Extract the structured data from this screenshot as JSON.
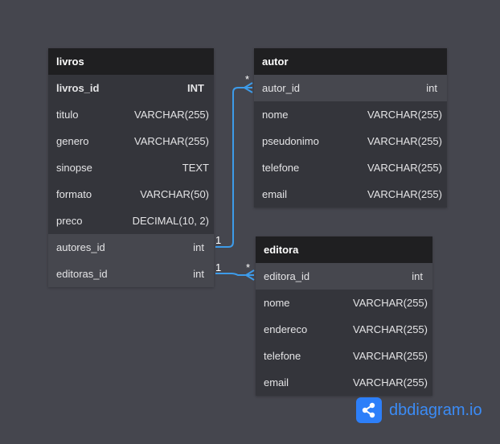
{
  "tables": {
    "livros": {
      "name": "livros",
      "fields": [
        {
          "name": "livros_id",
          "type": "INT"
        },
        {
          "name": "titulo",
          "type": "VARCHAR(255)"
        },
        {
          "name": "genero",
          "type": "VARCHAR(255)"
        },
        {
          "name": "sinopse",
          "type": "TEXT"
        },
        {
          "name": "formato",
          "type": "VARCHAR(50)"
        },
        {
          "name": "preco",
          "type": "DECIMAL(10, 2)"
        },
        {
          "name": "autores_id",
          "type": "int"
        },
        {
          "name": "editoras_id",
          "type": "int"
        }
      ]
    },
    "autor": {
      "name": "autor",
      "fields": [
        {
          "name": "autor_id",
          "type": "int"
        },
        {
          "name": "nome",
          "type": "VARCHAR(255)"
        },
        {
          "name": "pseudonimo",
          "type": "VARCHAR(255)"
        },
        {
          "name": "telefone",
          "type": "VARCHAR(255)"
        },
        {
          "name": "email",
          "type": "VARCHAR(255)"
        }
      ]
    },
    "editora": {
      "name": "editora",
      "fields": [
        {
          "name": "editora_id",
          "type": "int"
        },
        {
          "name": "nome",
          "type": "VARCHAR(255)"
        },
        {
          "name": "endereco",
          "type": "VARCHAR(255)"
        },
        {
          "name": "telefone",
          "type": "VARCHAR(255)"
        },
        {
          "name": "email",
          "type": "VARCHAR(255)"
        }
      ]
    }
  },
  "relationships": [
    {
      "from": "livros.autores_id",
      "to": "autor.autor_id",
      "from_cardinality": "1",
      "to_cardinality": "*"
    },
    {
      "from": "livros.editoras_id",
      "to": "editora.editora_id",
      "from_cardinality": "1",
      "to_cardinality": "*"
    }
  ],
  "colors": {
    "background": "#45464e",
    "table_body": "#34353b",
    "table_header": "#1f1f21",
    "highlight_row": "#46474e",
    "relation_line": "#3d9be9",
    "brand": "#2d7ff9"
  },
  "brand": {
    "logo_icon": "share-network-icon",
    "text": "dbdiagram.io"
  }
}
